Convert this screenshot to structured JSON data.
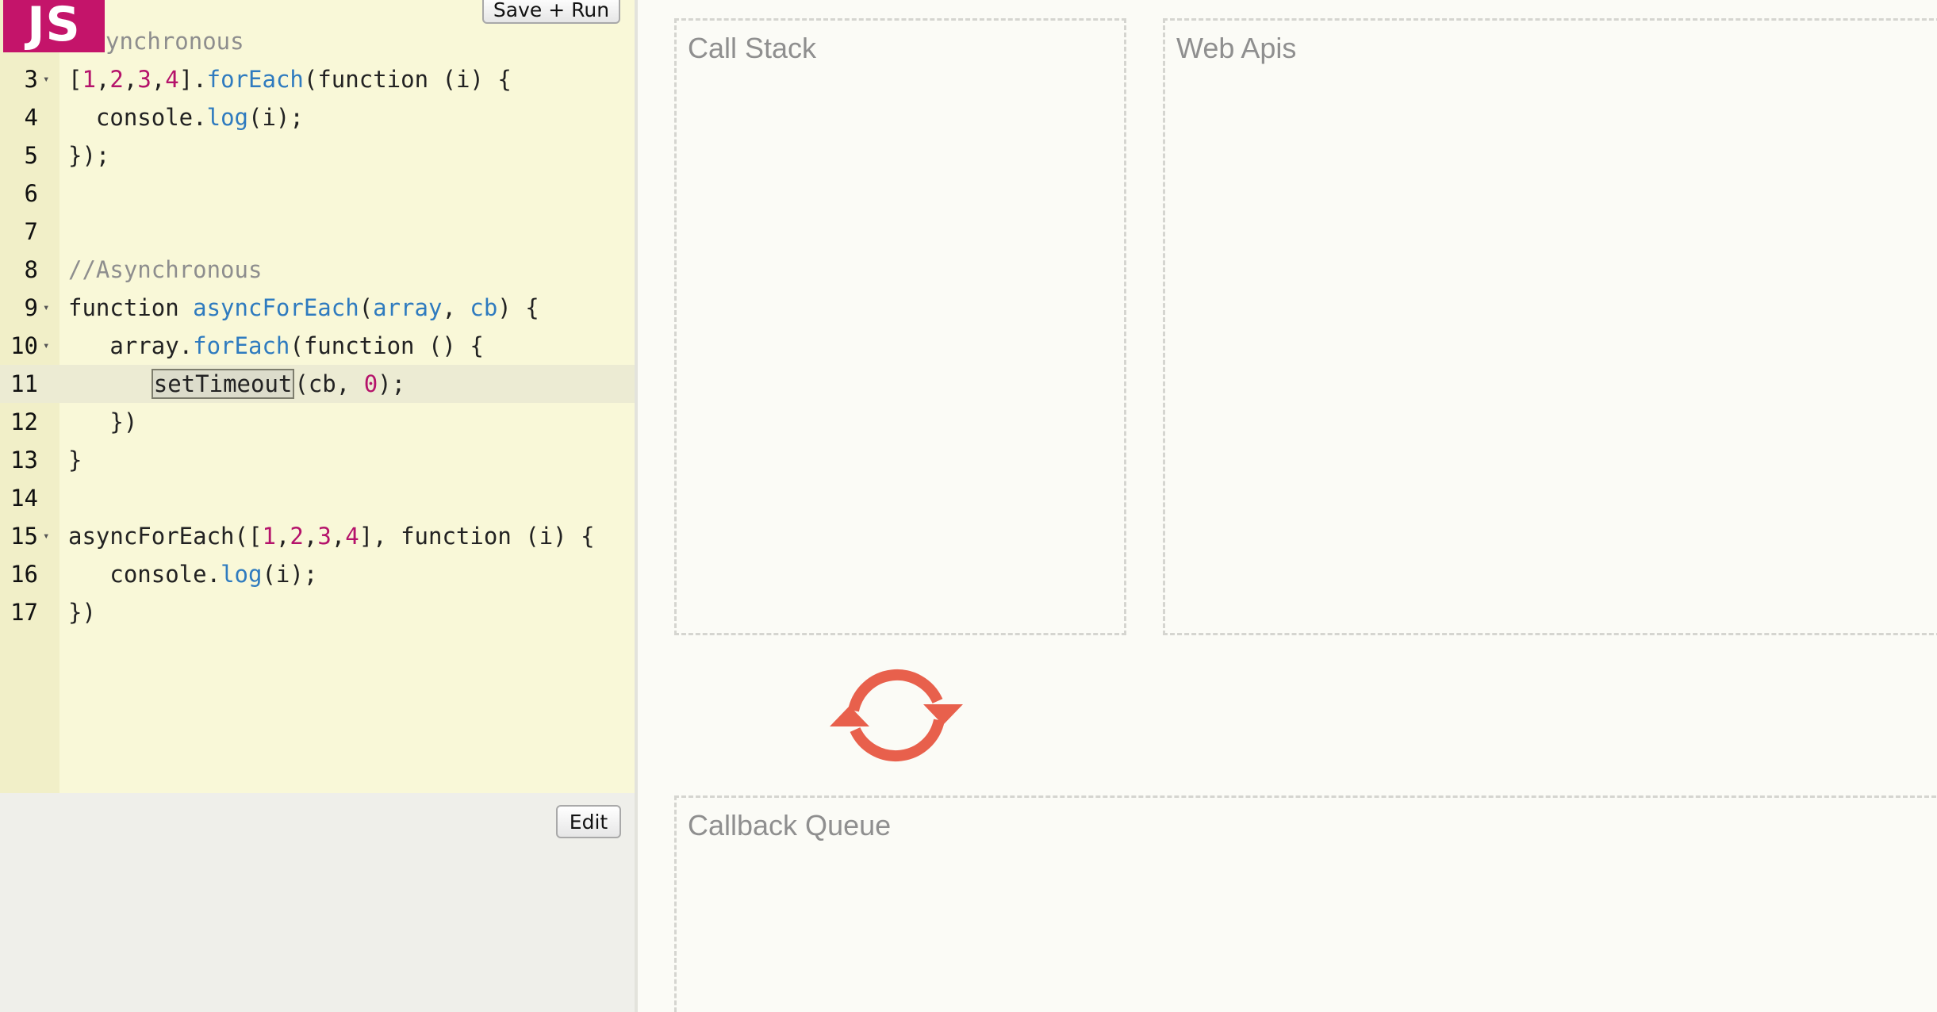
{
  "app": {
    "logo_text": "JS",
    "logo_color": "#c4146a"
  },
  "toolbar": {
    "save_run_label": "Save + Run",
    "edit_label": "Edit"
  },
  "editor": {
    "header_comment": "ynchronous",
    "active_line": 11,
    "lines": [
      {
        "num": "3",
        "fold": "▾",
        "tokens": [
          [
            "[",
            "plain"
          ],
          [
            "1",
            "num"
          ],
          [
            ",",
            "plain"
          ],
          [
            "2",
            "num"
          ],
          [
            ",",
            "plain"
          ],
          [
            "3",
            "num"
          ],
          [
            ",",
            "plain"
          ],
          [
            "4",
            "num"
          ],
          [
            "].",
            "plain"
          ],
          [
            "forEach",
            "prop"
          ],
          [
            "(function (i) {",
            "plain"
          ]
        ]
      },
      {
        "num": "4",
        "fold": "",
        "tokens": [
          [
            "  console.",
            "plain"
          ],
          [
            "log",
            "prop"
          ],
          [
            "(i);",
            "plain"
          ]
        ]
      },
      {
        "num": "5",
        "fold": "",
        "tokens": [
          [
            "});",
            "plain"
          ]
        ]
      },
      {
        "num": "6",
        "fold": "",
        "tokens": []
      },
      {
        "num": "7",
        "fold": "",
        "tokens": []
      },
      {
        "num": "8",
        "fold": "",
        "tokens": [
          [
            "//Asynchronous",
            "comment"
          ]
        ]
      },
      {
        "num": "9",
        "fold": "▾",
        "tokens": [
          [
            "function ",
            "plain"
          ],
          [
            "asyncForEach",
            "fn"
          ],
          [
            "(",
            "plain"
          ],
          [
            "array",
            "param"
          ],
          [
            ", ",
            "plain"
          ],
          [
            "cb",
            "param"
          ],
          [
            ") {",
            "plain"
          ]
        ]
      },
      {
        "num": "10",
        "fold": "▾",
        "tokens": [
          [
            "   array.",
            "plain"
          ],
          [
            "forEach",
            "prop"
          ],
          [
            "(function () {",
            "plain"
          ]
        ]
      },
      {
        "num": "11",
        "fold": "",
        "tokens": [
          [
            "      ",
            "plain"
          ],
          [
            "setTimeout",
            "sel"
          ],
          [
            "(cb, ",
            "plain"
          ],
          [
            "0",
            "num"
          ],
          [
            ");",
            "plain"
          ]
        ]
      },
      {
        "num": "12",
        "fold": "",
        "tokens": [
          [
            "   })",
            "plain"
          ]
        ]
      },
      {
        "num": "13",
        "fold": "",
        "tokens": [
          [
            "}",
            "plain"
          ]
        ]
      },
      {
        "num": "14",
        "fold": "",
        "tokens": []
      },
      {
        "num": "15",
        "fold": "▾",
        "tokens": [
          [
            "asyncForEach([",
            "plain"
          ],
          [
            "1",
            "num"
          ],
          [
            ",",
            "plain"
          ],
          [
            "2",
            "num"
          ],
          [
            ",",
            "plain"
          ],
          [
            "3",
            "num"
          ],
          [
            ",",
            "plain"
          ],
          [
            "4",
            "num"
          ],
          [
            "], function (i) {",
            "plain"
          ]
        ]
      },
      {
        "num": "16",
        "fold": "",
        "tokens": [
          [
            "   console.",
            "plain"
          ],
          [
            "log",
            "prop"
          ],
          [
            "(i);",
            "plain"
          ]
        ]
      },
      {
        "num": "17",
        "fold": "",
        "tokens": [
          [
            "})",
            "plain"
          ]
        ]
      }
    ]
  },
  "visualizer": {
    "call_stack_title": "Call Stack",
    "web_apis_title": "Web Apis",
    "callback_queue_title": "Callback Queue",
    "event_loop_icon": "refresh-arrows-icon",
    "event_loop_color": "#e8604c"
  }
}
